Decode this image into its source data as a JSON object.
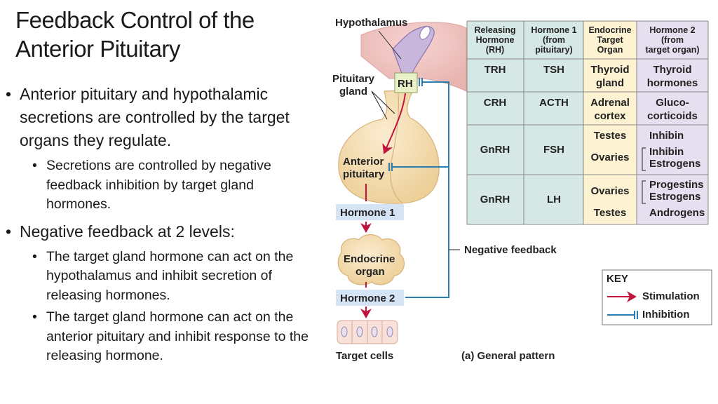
{
  "title": "Feedback Control of the Anterior Pituitary",
  "bullets": {
    "b1": "Anterior pituitary and hypothalamic secretions are controlled by the target organs they regulate.",
    "b1_sub1": "Secretions are controlled by negative feedback inhibition by target gland hormones.",
    "b2": "Negative feedback at 2 levels:",
    "b2_sub1": "The target gland hormone can act on the hypothalamus and inhibit secretion of releasing hormones.",
    "b2_sub2": "The target gland hormone can act on the anterior pituitary and inhibit response to the releasing hormone."
  },
  "diagram": {
    "hypothalamus": "Hypothalamus",
    "pituitary_gland_l1": "Pituitary",
    "pituitary_gland_l2": "gland",
    "rh": "RH",
    "anterior_l1": "Anterior",
    "anterior_l2": "pituitary",
    "hormone1": "Hormone 1",
    "endocrine_l1": "Endocrine",
    "endocrine_l2": "organ",
    "hormone2": "Hormone 2",
    "target_cells": "Target cells",
    "negative_feedback": "Negative feedback",
    "caption": "(a) General pattern"
  },
  "key": {
    "title": "KEY",
    "stimulation": "Stimulation",
    "inhibition": "Inhibition"
  },
  "table": {
    "headers": [
      [
        "Releasing",
        "Hormone",
        "(RH)"
      ],
      [
        "Hormone 1",
        "(from",
        "pituitary)"
      ],
      [
        "Endocrine",
        "Target",
        "Organ"
      ],
      [
        "Hormone 2",
        "(from",
        "target organ)"
      ]
    ],
    "rows": [
      {
        "rh": "TRH",
        "h1": "TSH",
        "organ": [
          "Thyroid",
          "gland"
        ],
        "h2": [
          "Thyroid",
          "hormones"
        ]
      },
      {
        "rh": "CRH",
        "h1": "ACTH",
        "organ": [
          "Adrenal",
          "cortex"
        ],
        "h2": [
          "Gluco-",
          "corticoids"
        ]
      },
      {
        "rh": "GnRH",
        "h1": "FSH",
        "organ": [
          "Testes",
          "Ovaries"
        ],
        "h2": [
          "Inhibin",
          "Inhibin",
          "Estrogens"
        ]
      },
      {
        "rh": "GnRH",
        "h1": "LH",
        "organ": [
          "Ovaries",
          "Testes"
        ],
        "h2": [
          "Progestins",
          "Estrogens",
          "Androgens"
        ]
      }
    ]
  },
  "colors": {
    "stimulation": "#c0143c",
    "inhibition": "#2a7fb0",
    "table_blue": "#d6e8e5",
    "table_yellow": "#fdf3d2",
    "table_lavender": "#e6dff0",
    "hormone_box": "#d4e4f4",
    "gland": "#f6dfb8"
  }
}
